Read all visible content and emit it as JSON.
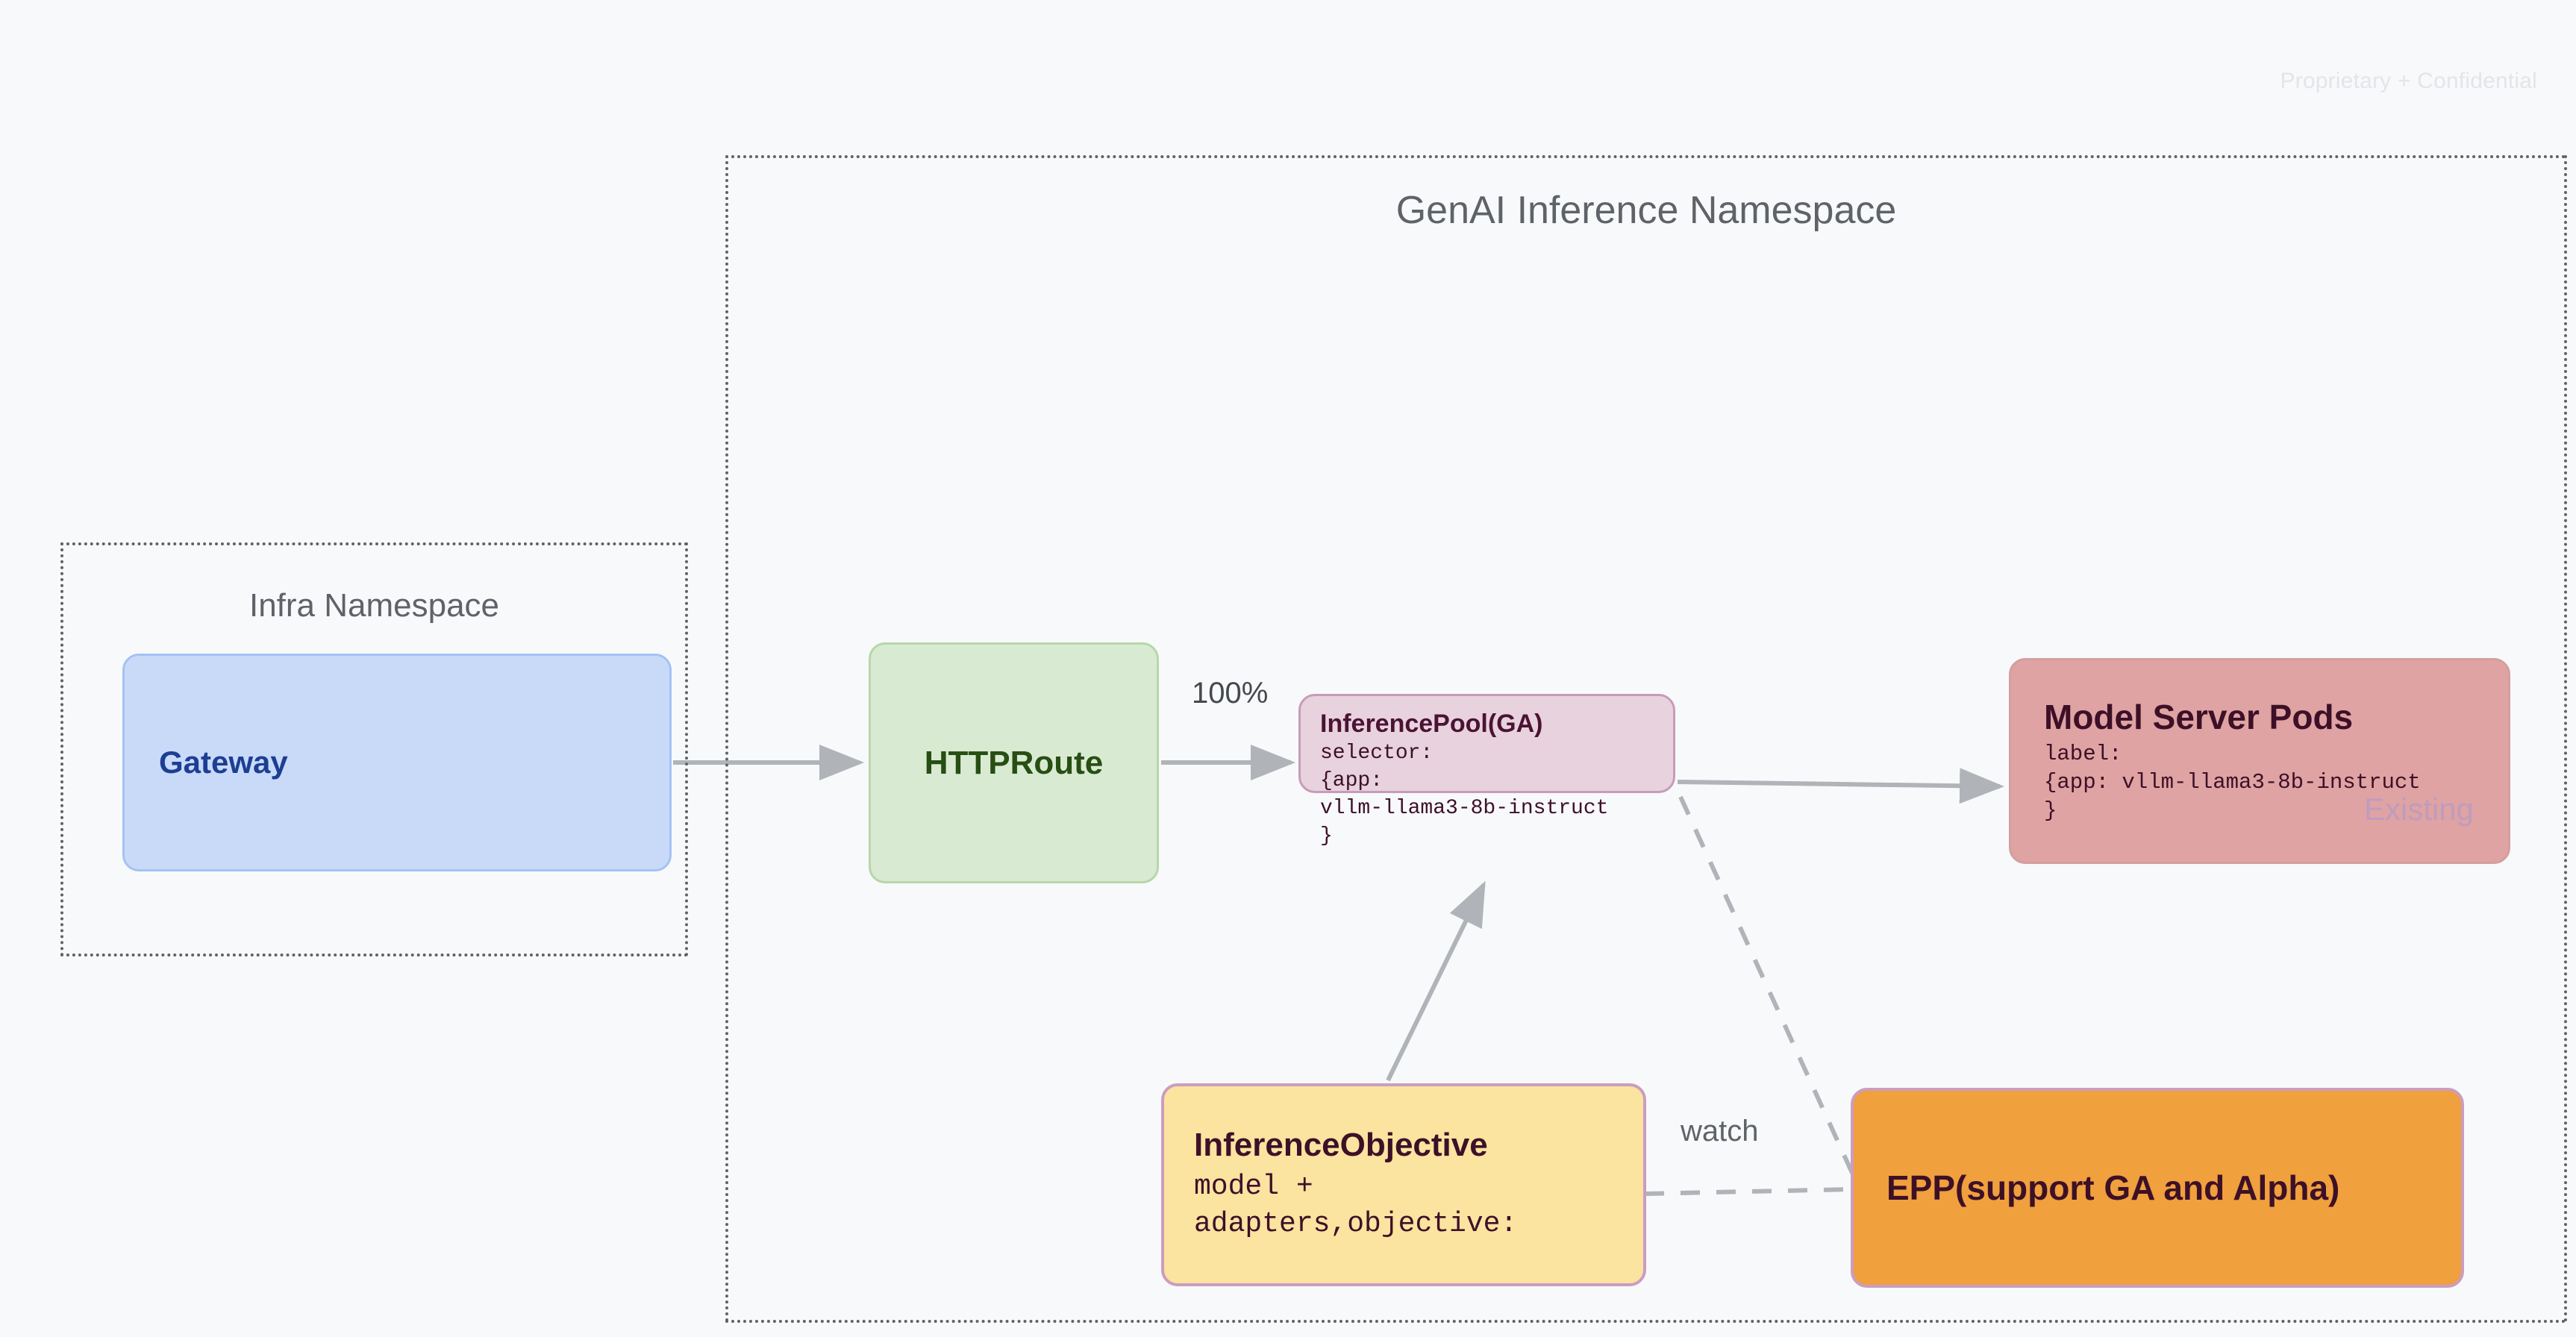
{
  "watermark": "Proprietary + Confidential",
  "namespaces": [
    {
      "id": "infra",
      "title": "Infra Namespace"
    },
    {
      "id": "genai",
      "title": "GenAI Inference Namespace"
    }
  ],
  "nodes": {
    "gateway": {
      "title": "Gateway",
      "fill": "#c9daf8",
      "border": "#a4c2f4",
      "text_color": "#1c3f94"
    },
    "httproute": {
      "title": "HTTPRoute",
      "fill": "#d9ead3",
      "border": "#b6d7a8",
      "text_color": "#274e13"
    },
    "inference_pool": {
      "title": "InferencePool(GA)",
      "code": "selector:\n{app:\nvllm-llama3-8b-instruct\n}",
      "fill": "#e7d2de",
      "border": "#c79cb8",
      "text_color": "#4b1333"
    },
    "model_server_pods": {
      "title": "Model Server Pods",
      "code": "label:\n{app: vllm-llama3-8b-instruct\n}",
      "badge": "Existing",
      "fill": "#dfa3a3",
      "border": "#d49f9f",
      "text_color": "#3d1028",
      "badge_color": "#bf9cbd"
    },
    "inference_objective": {
      "title": "InferenceObjective",
      "code": "model +\nadapters,objective:",
      "fill": "#fbe3a0",
      "border": "#cb9dc0",
      "text_color": "#3d1028"
    },
    "epp": {
      "title": "EPP(support GA and Alpha)",
      "fill": "#f0a03c",
      "border": "#cb9dc0",
      "text_color": "#3d1028"
    }
  },
  "edges": {
    "gateway_to_httproute": {
      "label": "",
      "style": "solid"
    },
    "httproute_to_pool": {
      "label": "100%",
      "style": "solid"
    },
    "pool_to_pods": {
      "label": "",
      "style": "solid"
    },
    "objective_to_pool": {
      "label": "",
      "style": "solid"
    },
    "objective_to_epp": {
      "label": "watch",
      "style": "dashed"
    },
    "pool_to_epp": {
      "label": "",
      "style": "dashed"
    }
  },
  "colors": {
    "background": "#f8f9fb",
    "edge": "#b0b4b8",
    "namespace_border": "#5f6368",
    "namespace_title": "#5f6368",
    "watermark": "#e2e5e9"
  }
}
